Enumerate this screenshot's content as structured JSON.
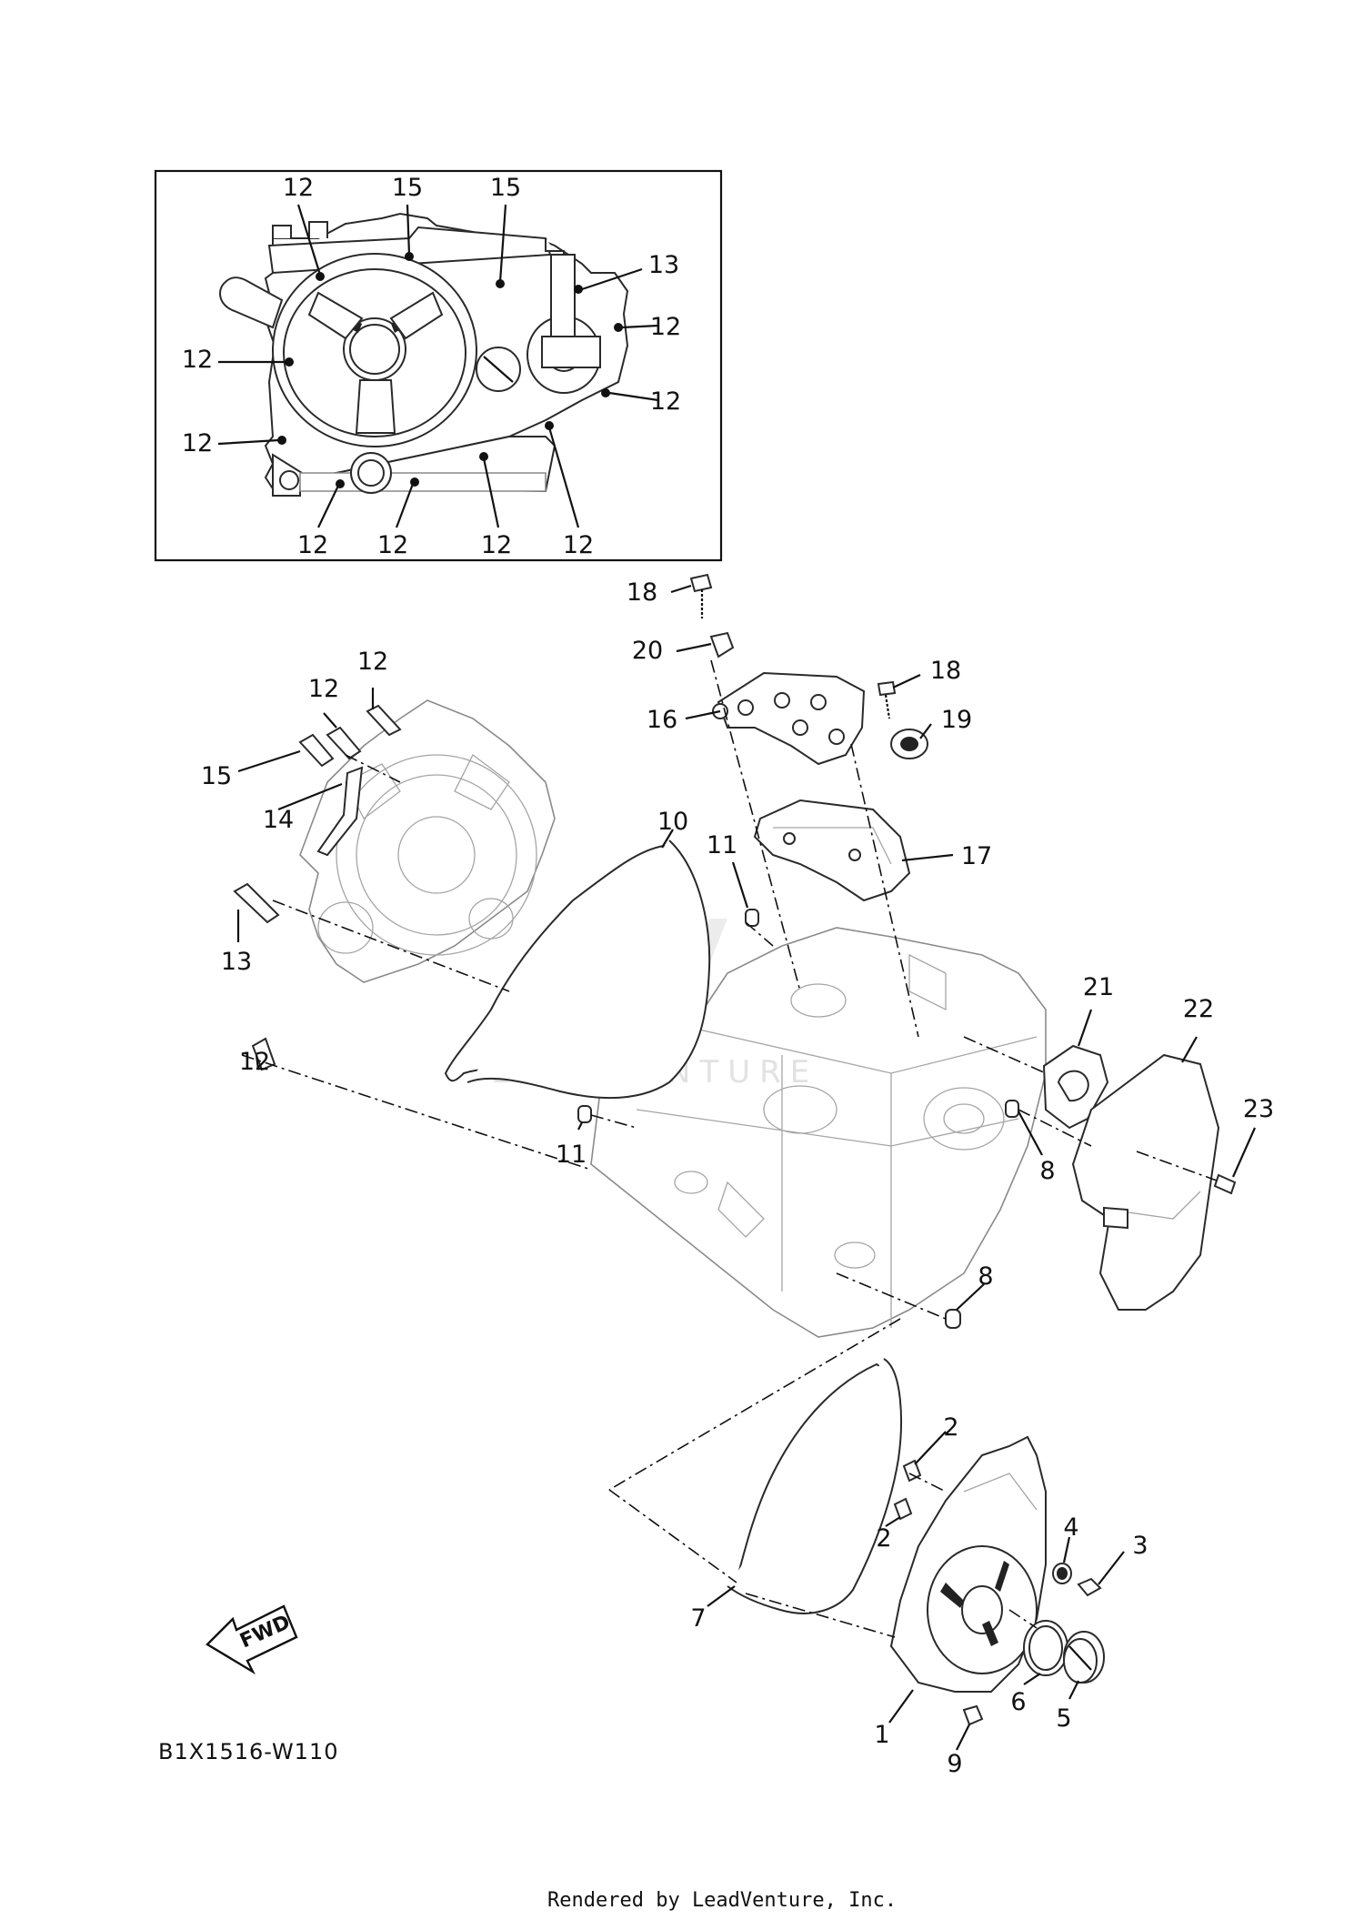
{
  "callouts": [
    {
      "id": "inset-12-a",
      "text": "12"
    },
    {
      "id": "inset-15-a",
      "text": "15"
    },
    {
      "id": "inset-15-b",
      "text": "15"
    },
    {
      "id": "inset-13",
      "text": "13"
    },
    {
      "id": "inset-12-b",
      "text": "12"
    },
    {
      "id": "inset-12-c",
      "text": "12"
    },
    {
      "id": "inset-12-d",
      "text": "12"
    },
    {
      "id": "inset-12-e",
      "text": "12"
    },
    {
      "id": "inset-12-f",
      "text": "12"
    },
    {
      "id": "inset-12-g",
      "text": "12"
    },
    {
      "id": "inset-12-h",
      "text": "12"
    },
    {
      "id": "inset-12-i",
      "text": "12"
    },
    {
      "id": "p18-a",
      "text": "18"
    },
    {
      "id": "p20",
      "text": "20"
    },
    {
      "id": "p18-b",
      "text": "18"
    },
    {
      "id": "p16",
      "text": "16"
    },
    {
      "id": "p19",
      "text": "19"
    },
    {
      "id": "p12-a",
      "text": "12"
    },
    {
      "id": "p12-b",
      "text": "12"
    },
    {
      "id": "p15",
      "text": "15"
    },
    {
      "id": "p14",
      "text": "14"
    },
    {
      "id": "p10",
      "text": "10"
    },
    {
      "id": "p11-a",
      "text": "11"
    },
    {
      "id": "p17",
      "text": "17"
    },
    {
      "id": "p13",
      "text": "13"
    },
    {
      "id": "p12-c",
      "text": "12"
    },
    {
      "id": "p21",
      "text": "21"
    },
    {
      "id": "p22",
      "text": "22"
    },
    {
      "id": "p23",
      "text": "23"
    },
    {
      "id": "p8-a",
      "text": "8"
    },
    {
      "id": "p11-b",
      "text": "11"
    },
    {
      "id": "p8-b",
      "text": "8"
    },
    {
      "id": "p2-a",
      "text": "2"
    },
    {
      "id": "p2-b",
      "text": "2"
    },
    {
      "id": "p4",
      "text": "4"
    },
    {
      "id": "p3",
      "text": "3"
    },
    {
      "id": "p7",
      "text": "7"
    },
    {
      "id": "p6",
      "text": "6"
    },
    {
      "id": "p5",
      "text": "5"
    },
    {
      "id": "p1",
      "text": "1"
    },
    {
      "id": "p9",
      "text": "9"
    }
  ],
  "fwd_badge": "FWD",
  "diagram_code": "B1X1516-W110",
  "credit": "Rendered by LeadVenture, Inc.",
  "watermark": "LEADVENTURE"
}
